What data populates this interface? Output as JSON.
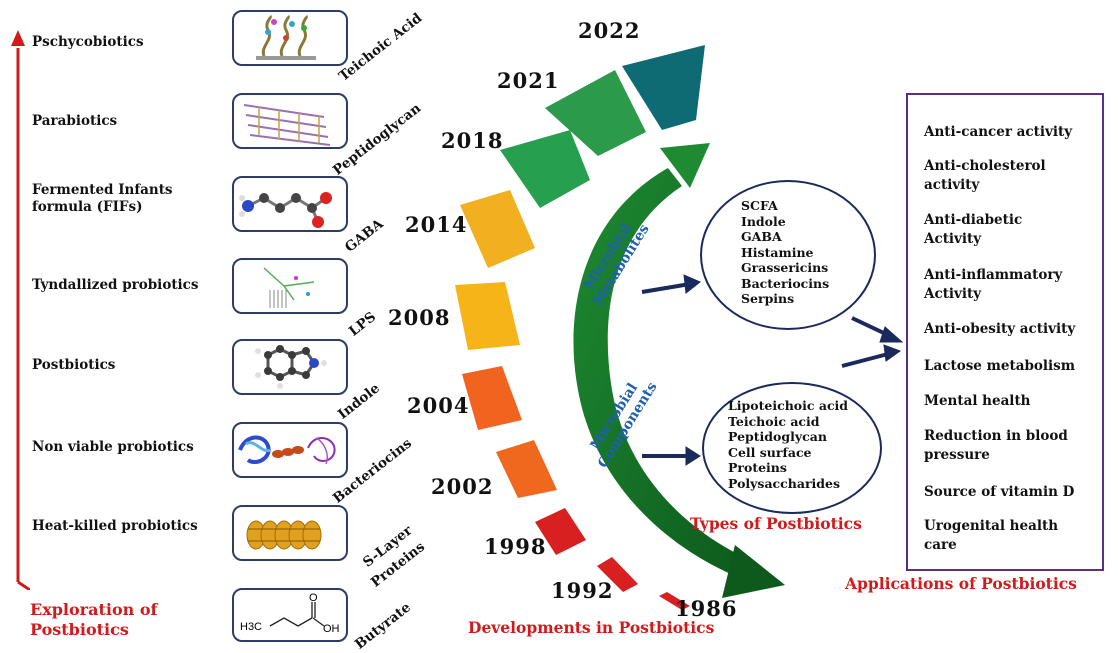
{
  "exploration": {
    "items": [
      "Pschycobiotics",
      "Parabiotics",
      "Fermented Infants formula (FIFs)",
      "Tyndallized probiotics",
      "Postbiotics",
      "Non viable probiotics",
      "Heat-killed probiotics"
    ],
    "caption_line1": "Exploration of",
    "caption_line2": "Postbiotics"
  },
  "molecules": [
    "Teichoic Acid",
    "Peptidoglycan",
    "GABA",
    "LPS",
    "Indole",
    "Bacteriocins",
    "S-Layer",
    "Proteins",
    "Butyrate"
  ],
  "butyrate_formula": {
    "h3c": "H3C",
    "o": "O",
    "oh": "OH"
  },
  "timeline": {
    "years": [
      "2022",
      "2021",
      "2018",
      "2014",
      "2008",
      "2004",
      "2002",
      "1998",
      "1992",
      "1986"
    ],
    "caption": "Developments in Postbiotics"
  },
  "types": {
    "metabolites_label_line1": "Microbial",
    "metabolites_label_line2": "Metabolites",
    "metabolites": [
      "SCFA",
      "Indole",
      "GABA",
      "Histamine",
      "Grassericins",
      "Bacteriocins",
      "Serpins"
    ],
    "components_label_line1": "Microbial",
    "components_label_line2": "Components",
    "components": [
      "Lipoteichoic acid",
      "Teichoic acid",
      "Peptidoglycan",
      "Cell surface",
      "Proteins",
      "Polysaccharides"
    ],
    "caption": "Types of Postbiotics"
  },
  "applications": {
    "items": [
      "Anti-cancer activity",
      "Anti-cholesterol activity",
      "Anti-diabetic Activity",
      "Anti-inflammatory Activity",
      "Anti-obesity activity",
      "Lactose metabolism",
      "Mental health",
      "Reduction in blood pressure",
      "Source of vitamin D",
      "Urogenital health care"
    ],
    "caption": "Applications of Postbiotics"
  },
  "colors": {
    "red": "#d11a1a",
    "box_border": "#2c3e66",
    "purple": "#5b2d86",
    "blue_label": "#1f5fb0",
    "green_arrow": "#1e7a2e",
    "navy_arrow": "#1b2a5c"
  }
}
